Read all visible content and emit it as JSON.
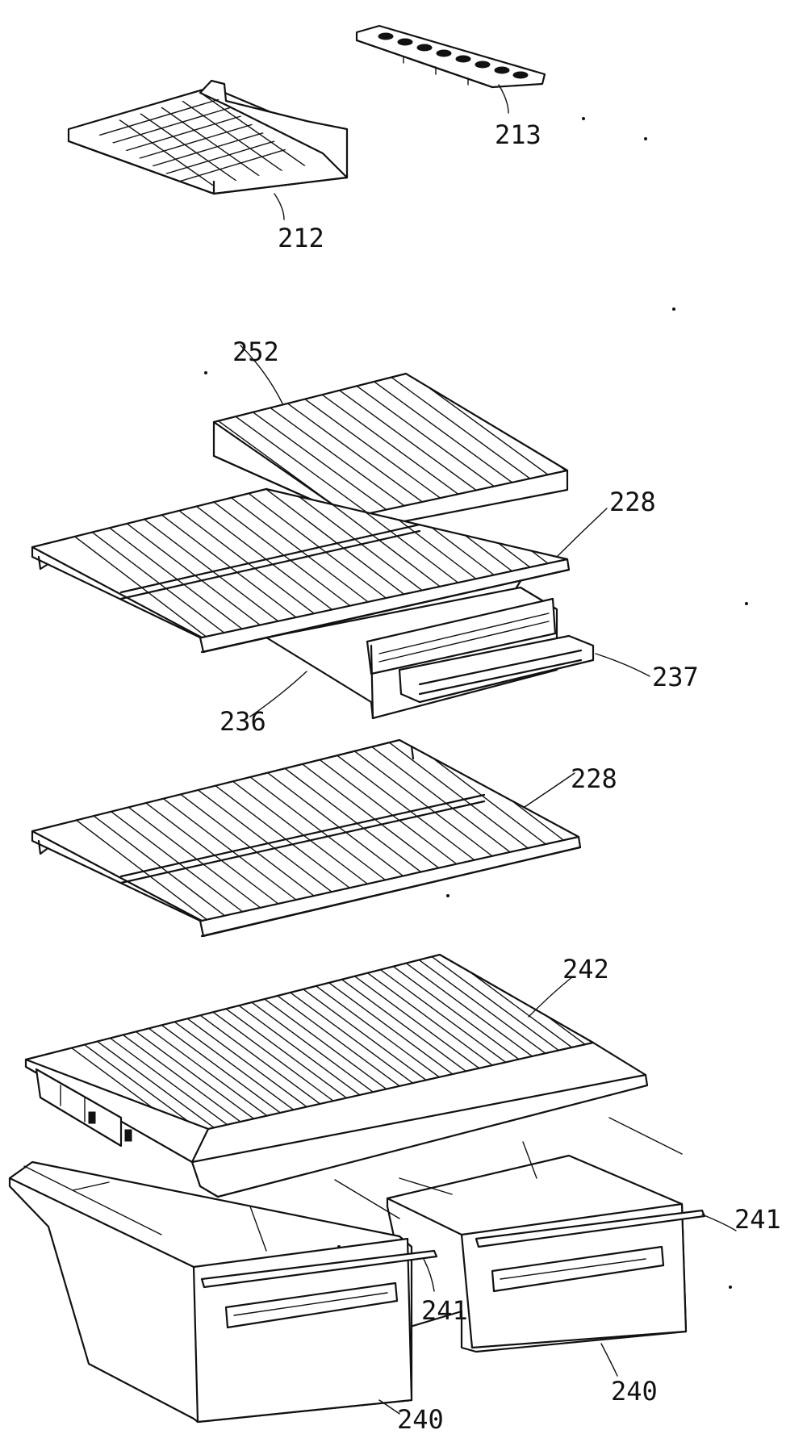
{
  "diagram": {
    "labels": {
      "p212": "212",
      "p213": "213",
      "p252": "252",
      "p228a": "228",
      "p237": "237",
      "p236": "236",
      "p228b": "228",
      "p242": "242",
      "p241a": "241",
      "p241b": "241",
      "p240a": "240",
      "p240b": "240"
    }
  }
}
